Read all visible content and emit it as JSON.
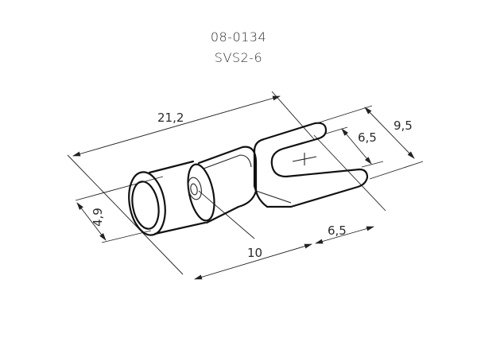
{
  "header": {
    "article_number": "08-0134",
    "model": "SVS2-6"
  },
  "dimensions": {
    "overall_length": "21,2",
    "insulation_diameter": "4,9",
    "body_length": "10",
    "fork_length": "6,5",
    "slot_width": "6,5",
    "fork_width": "9,5"
  },
  "colors": {
    "line": "#111111",
    "background": "#ffffff"
  }
}
